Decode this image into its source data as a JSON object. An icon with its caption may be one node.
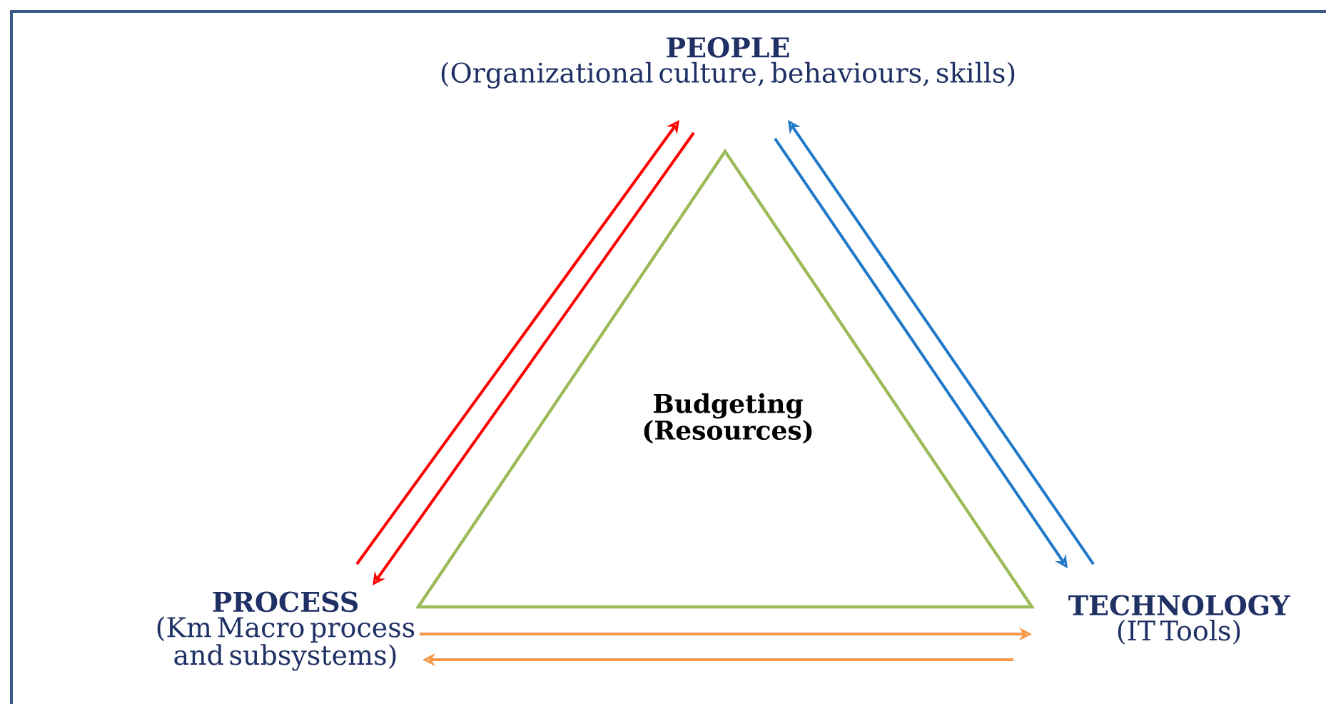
{
  "diagram": {
    "nodes": [
      {
        "text": [
          "PEOPLE",
          "(Organizational culture, behaviours, skills)"
        ]
      },
      {
        "text": [
          "Budgeting (Resources)"
        ]
      },
      {
        "text": [
          "PROCESS",
          "(Km Macro process and subsystems)"
        ]
      },
      {
        "text": [
          "TECHNOLOGY",
          "(IT Tools)"
        ]
      }
    ],
    "edges": [
      {
        "from": 2,
        "to": 0,
        "arrow": "to",
        "color": "#ff0000"
      },
      {
        "from": 0,
        "to": 2,
        "arrow": "to",
        "color": "#ff0000"
      },
      {
        "from": 0,
        "to": 3,
        "arrow": "to",
        "color": "#1f78c8"
      },
      {
        "from": 3,
        "to": 0,
        "arrow": "to",
        "color": "#1f78c8"
      },
      {
        "from": 2,
        "to": 3,
        "arrow": "to",
        "color": "#f79646"
      },
      {
        "from": 3,
        "to": 2,
        "arrow": "to",
        "color": "#f79646"
      }
    ]
  }
}
